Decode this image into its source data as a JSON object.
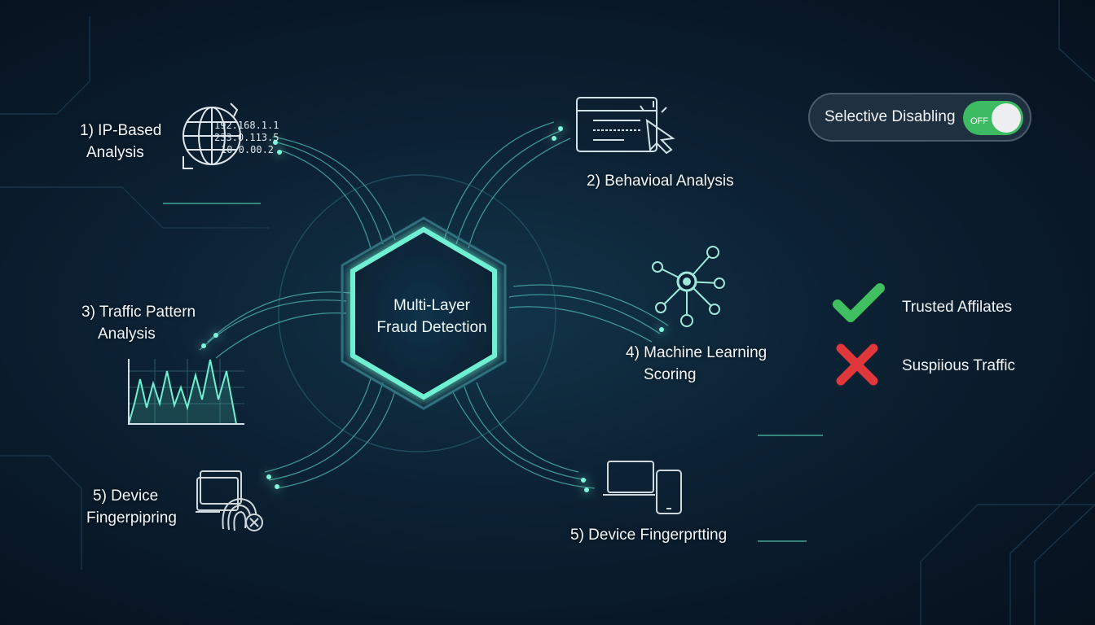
{
  "center": {
    "line1": "Multi-Layer",
    "line2": "Fraud Detection"
  },
  "layers": [
    {
      "line1": "1) IP-Based",
      "line2": "Analysis",
      "icon": "globe-ip-icon",
      "ips": [
        "192.168.1.1",
        "233.0.113.5",
        "10.0.00.2"
      ]
    },
    {
      "line1": "2) Behavioal Analysis",
      "icon": "click-panel-icon"
    },
    {
      "line1": "3) Traffic Pattern",
      "line2": "Analysis",
      "icon": "line-chart-icon"
    },
    {
      "line1": "4) Machine Learning",
      "line2": "Scoring",
      "icon": "network-icon"
    },
    {
      "line1": "5) Device",
      "line2": "Fingerpipring",
      "icon": "fingerprint-device-icon"
    },
    {
      "line1": "5) Device Fingerprtting",
      "icon": "laptop-phone-icon"
    }
  ],
  "toggle": {
    "label": "Selective Disabling",
    "state": "OFF",
    "color": "#3dbb62"
  },
  "legend": [
    {
      "label": "Trusted Affilates",
      "icon": "check-icon",
      "color": "#3fbf5f"
    },
    {
      "label": "Suspiious Traffic",
      "icon": "x-icon",
      "color": "#e0383a"
    }
  ],
  "colors": {
    "accent": "#5de8c8",
    "background": "#0c2234"
  }
}
